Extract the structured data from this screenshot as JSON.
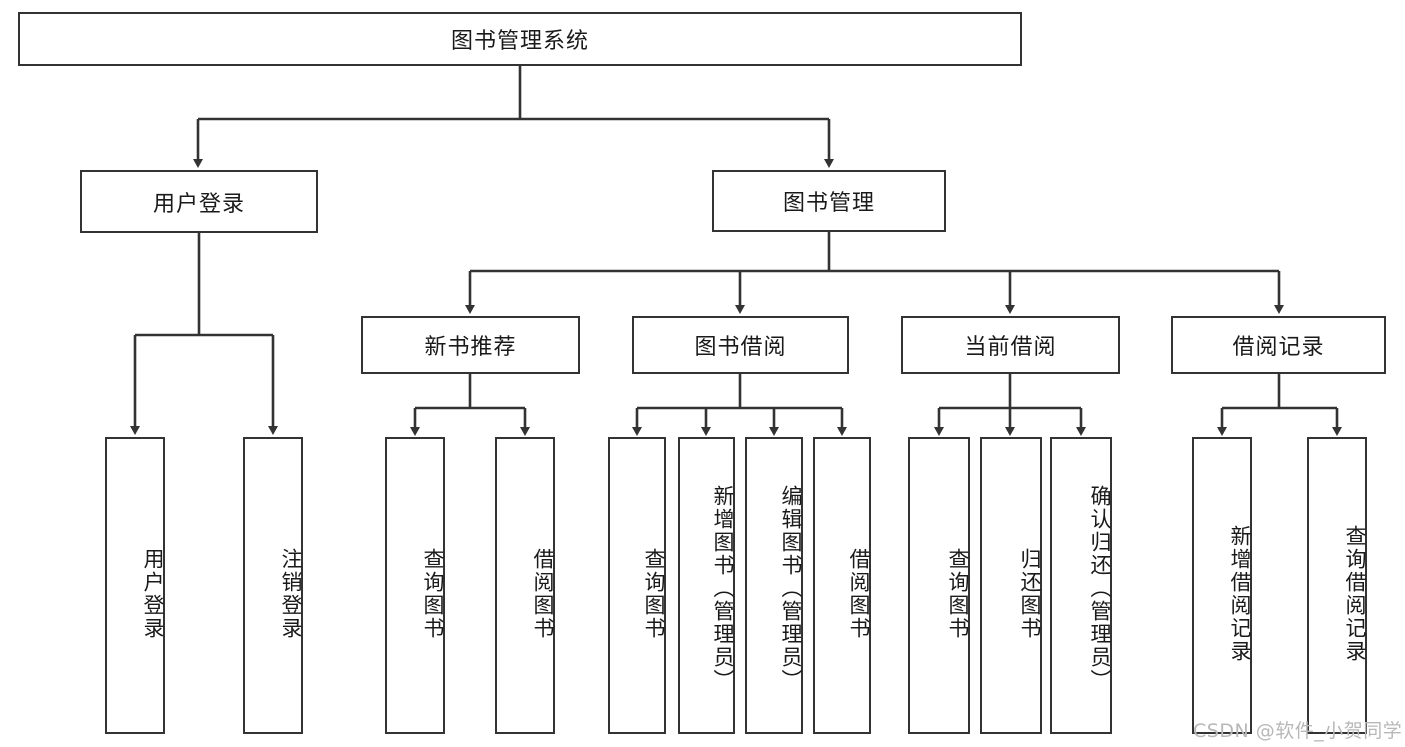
{
  "diagram": {
    "type": "tree-hierarchy",
    "title": "图书管理系统",
    "watermark": "CSDN @软件_小贺同学",
    "colors": {
      "stroke": "#333333",
      "fill": "#ffffff",
      "text": "#1a1a1a",
      "watermark": "#b8b8b8"
    },
    "levels": {
      "root": "图书管理系统",
      "level2": [
        "用户登录",
        "图书管理"
      ],
      "level3": [
        "新书推荐",
        "图书借阅",
        "当前借阅",
        "借阅记录"
      ]
    },
    "nodes": {
      "root": {
        "label": "图书管理系统"
      },
      "user_login": {
        "label": "用户登录"
      },
      "book_manage": {
        "label": "图书管理"
      },
      "new_book_rec": {
        "label": "新书推荐"
      },
      "book_borrow": {
        "label": "图书借阅"
      },
      "current_borrow": {
        "label": "当前借阅"
      },
      "borrow_record": {
        "label": "借阅记录"
      },
      "leaf_user_login": {
        "label": "用户登录"
      },
      "leaf_logout": {
        "label": "注销登录"
      },
      "leaf_query_book_1": {
        "label": "查询图书"
      },
      "leaf_borrow_book_1": {
        "label": "借阅图书"
      },
      "leaf_query_book_2": {
        "label": "查询图书"
      },
      "leaf_add_book": {
        "label": "新增图书（管理员）"
      },
      "leaf_edit_book": {
        "label": "编辑图书（管理员）"
      },
      "leaf_borrow_book_2": {
        "label": "借阅图书"
      },
      "leaf_query_book_3": {
        "label": "查询图书"
      },
      "leaf_return_book": {
        "label": "归还图书"
      },
      "leaf_confirm_return": {
        "label": "确认归还（管理员）"
      },
      "leaf_add_record": {
        "label": "新增借阅记录"
      },
      "leaf_query_record": {
        "label": "查询借阅记录"
      }
    },
    "edges": [
      {
        "from": "root",
        "to": "user_login"
      },
      {
        "from": "root",
        "to": "book_manage"
      },
      {
        "from": "user_login",
        "to": "leaf_user_login"
      },
      {
        "from": "user_login",
        "to": "leaf_logout"
      },
      {
        "from": "book_manage",
        "to": "new_book_rec"
      },
      {
        "from": "book_manage",
        "to": "book_borrow"
      },
      {
        "from": "book_manage",
        "to": "current_borrow"
      },
      {
        "from": "book_manage",
        "to": "borrow_record"
      },
      {
        "from": "new_book_rec",
        "to": "leaf_query_book_1"
      },
      {
        "from": "new_book_rec",
        "to": "leaf_borrow_book_1"
      },
      {
        "from": "book_borrow",
        "to": "leaf_query_book_2"
      },
      {
        "from": "book_borrow",
        "to": "leaf_add_book"
      },
      {
        "from": "book_borrow",
        "to": "leaf_edit_book"
      },
      {
        "from": "book_borrow",
        "to": "leaf_borrow_book_2"
      },
      {
        "from": "current_borrow",
        "to": "leaf_query_book_3"
      },
      {
        "from": "current_borrow",
        "to": "leaf_return_book"
      },
      {
        "from": "current_borrow",
        "to": "leaf_confirm_return"
      },
      {
        "from": "borrow_record",
        "to": "leaf_add_record"
      },
      {
        "from": "borrow_record",
        "to": "leaf_query_record"
      }
    ]
  }
}
